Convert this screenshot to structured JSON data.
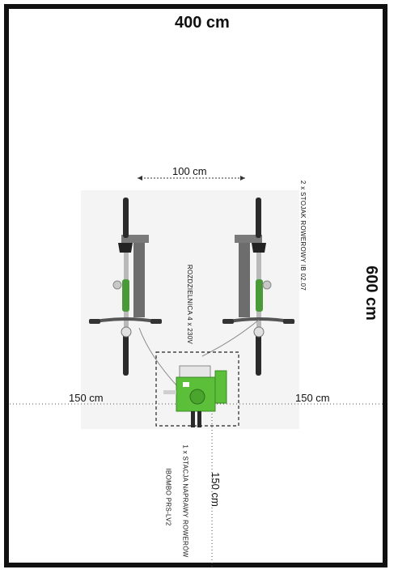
{
  "plan": {
    "width_label": "400 cm",
    "height_label": "600 cm",
    "spacing_label": "100 cm",
    "left_clearance_label": "150 cm",
    "right_clearance_label": "150 cm",
    "bottom_clearance_label": "150 cm",
    "rack_label": "2 x STOJAK ROWEROWY IB 02.07",
    "distributor_label": "ROZDZIELNICA 4 x 230V",
    "station_label_line1": "1 x STACJA NAPRAWY ROWERÓW",
    "station_label_line2": "IBOMBO PRS-LV2"
  },
  "colors": {
    "frame": "#111111",
    "station_green": "#5bbf3a",
    "bike_green": "#4a9a3a",
    "rack_grey": "#6d6d6d",
    "tire": "#2a2a2a"
  }
}
